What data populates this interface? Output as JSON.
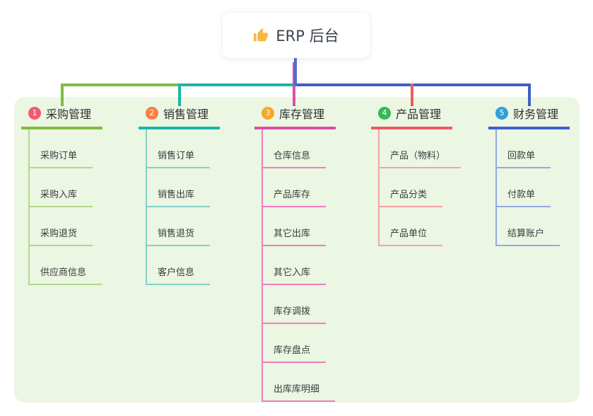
{
  "root": {
    "icon": "thumbs-up-icon",
    "label": "ERP 后台"
  },
  "branches": [
    {
      "badge": "1",
      "label": "采购管理",
      "badge_color": "#f3596f",
      "line_color": "#7fbe3e",
      "child_line_color": "#b3d88a",
      "children": [
        "采购订单",
        "采购入库",
        "采购退货",
        "供应商信息"
      ]
    },
    {
      "badge": "2",
      "label": "销售管理",
      "badge_color": "#fb7e3f",
      "line_color": "#1db5a7",
      "child_line_color": "#84d1c8",
      "children": [
        "销售订单",
        "销售出库",
        "销售退货",
        "客户信息"
      ]
    },
    {
      "badge": "3",
      "label": "库存管理",
      "badge_color": "#f7a824",
      "line_color": "#dc4fa6",
      "child_line_color": "#f07ebc",
      "children": [
        "仓库信息",
        "产品库存",
        "其它出库",
        "其它入库",
        "库存调拨",
        "库存盘点",
        "出库库明细"
      ]
    },
    {
      "badge": "4",
      "label": "产品管理",
      "badge_color": "#35b857",
      "line_color": "#ee5c5c",
      "child_line_color": "#f5a3a3",
      "children": [
        "产品（物料）",
        "产品分类",
        "产品单位"
      ]
    },
    {
      "badge": "5",
      "label": "财务管理",
      "badge_color": "#2e9fd8",
      "line_color": "#3e5fca",
      "child_line_color": "#94a9e4",
      "children": [
        "回款单",
        "付款单",
        "结算账户"
      ]
    }
  ],
  "colors": {
    "canvas_background": "#ffffff",
    "container_background": "#ebf6e3",
    "root_connector": "#5a68cf",
    "root_text": "#3a424d",
    "thumb_icon": "#f5b93e"
  }
}
